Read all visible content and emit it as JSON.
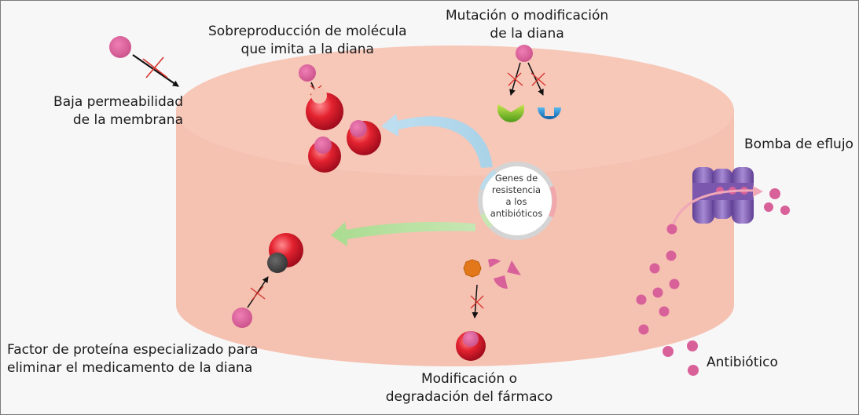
{
  "labels": {
    "sobreproduccion": [
      "Sobreproducción de molécula",
      "que imita a la diana"
    ],
    "mutacion": [
      "Mutación o modificación",
      "de la diana"
    ],
    "baja_permeabilidad": [
      "Baja permeabilidad",
      "de la membrana"
    ],
    "bomba": [
      "Bomba de eflujo"
    ],
    "factor": [
      "Factor de proteína especializado para",
      "eliminar el medicamento de la diana"
    ],
    "modificacion": [
      "Modificación o",
      "degradación del fármaco"
    ],
    "antibiotico": [
      "Antibiótico"
    ],
    "genes": [
      "Genes de",
      "resistencia",
      "a los",
      "antibióticos"
    ]
  },
  "colors": {
    "cell": "#f6c3b4",
    "antibiotic": "#d9619a",
    "target_red": "#d0162a",
    "arrow_blue": "#bcdbea",
    "arrow_green": "#b6dd9e",
    "pump": "#8b67b8",
    "enzyme": "#e0780f",
    "blocked_mark": "#d8342c"
  }
}
